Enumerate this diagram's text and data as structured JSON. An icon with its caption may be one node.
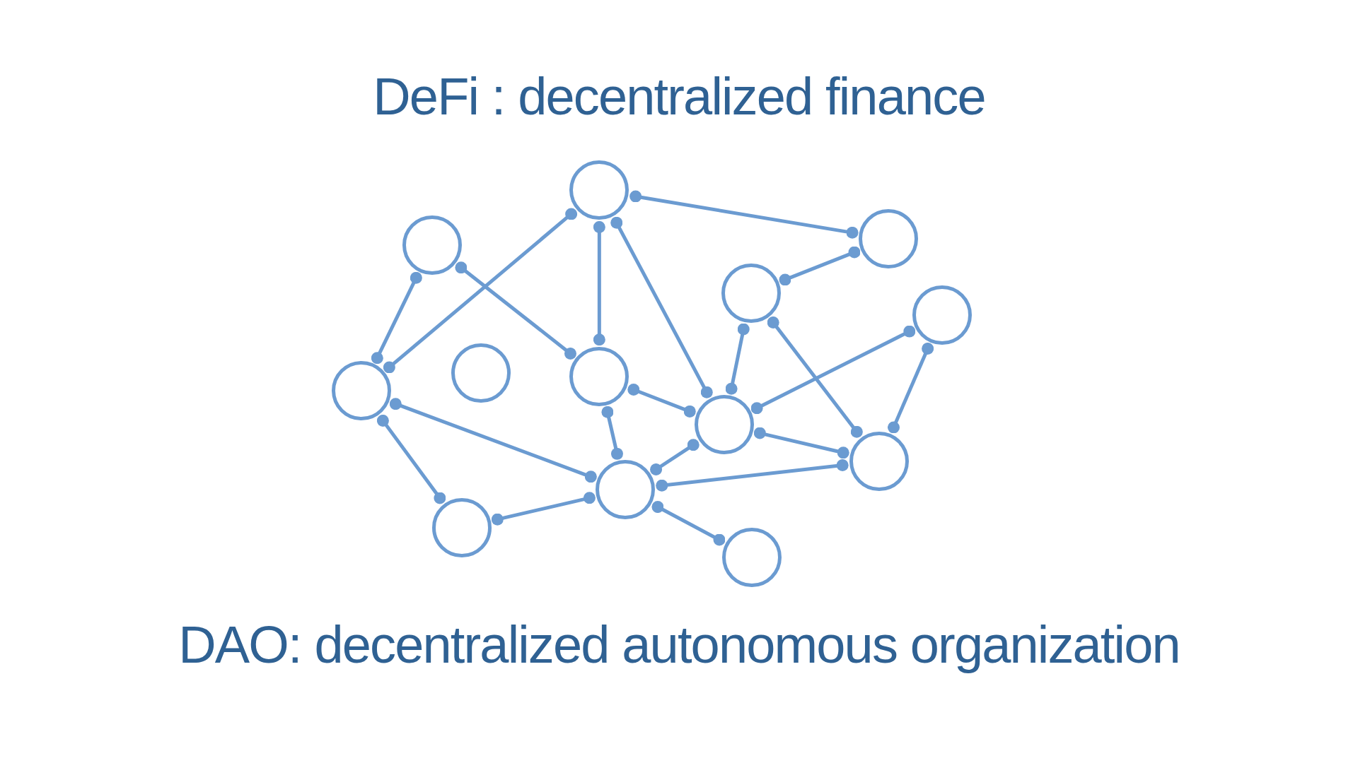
{
  "diagram": {
    "title": "DeFi : decentralized finance",
    "caption": "DAO: decentralized autonomous organization",
    "nodes": [
      {
        "text": [],
        "shape": "circle"
      },
      {
        "text": [],
        "shape": "circle"
      },
      {
        "text": [],
        "shape": "circle"
      },
      {
        "text": [],
        "shape": "circle"
      },
      {
        "text": [],
        "shape": "circle"
      },
      {
        "text": [],
        "shape": "circle"
      },
      {
        "text": [],
        "shape": "circle"
      },
      {
        "text": [],
        "shape": "circle"
      },
      {
        "text": [],
        "shape": "circle"
      },
      {
        "text": [],
        "shape": "circle"
      },
      {
        "text": [],
        "shape": "circle"
      },
      {
        "text": [],
        "shape": "circle"
      },
      {
        "text": [],
        "shape": "circle"
      }
    ],
    "edges": [
      {
        "from": 0,
        "to": 1,
        "arrow": "other"
      },
      {
        "from": 0,
        "to": 7,
        "arrow": "other"
      },
      {
        "from": 0,
        "to": 6,
        "arrow": "other"
      },
      {
        "from": 0,
        "to": 8,
        "arrow": "other"
      },
      {
        "from": 1,
        "to": 3,
        "arrow": "other"
      },
      {
        "from": 2,
        "to": 7,
        "arrow": "other"
      },
      {
        "from": 2,
        "to": 6,
        "arrow": "other"
      },
      {
        "from": 3,
        "to": 8,
        "arrow": "other"
      },
      {
        "from": 3,
        "to": 9,
        "arrow": "other"
      },
      {
        "from": 4,
        "to": 8,
        "arrow": "other"
      },
      {
        "from": 4,
        "to": 9,
        "arrow": "other"
      },
      {
        "from": 6,
        "to": 8,
        "arrow": "other"
      },
      {
        "from": 6,
        "to": 10,
        "arrow": "other"
      },
      {
        "from": 7,
        "to": 10,
        "arrow": "other"
      },
      {
        "from": 7,
        "to": 11,
        "arrow": "other"
      },
      {
        "from": 8,
        "to": 9,
        "arrow": "other"
      },
      {
        "from": 8,
        "to": 10,
        "arrow": "other"
      },
      {
        "from": 10,
        "to": 9,
        "arrow": "other"
      },
      {
        "from": 10,
        "to": 11,
        "arrow": "other"
      },
      {
        "from": 10,
        "to": 12,
        "arrow": "other"
      }
    ]
  }
}
